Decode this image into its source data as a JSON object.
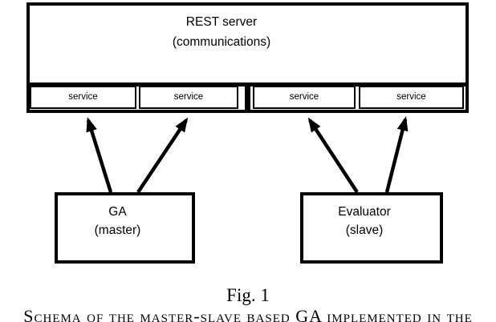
{
  "colors": {
    "ink": "#000000",
    "background": "#ffffff"
  },
  "rest_server": {
    "title": "REST server",
    "subtitle": "(communications)"
  },
  "services": [
    {
      "label": "service"
    },
    {
      "label": "service"
    },
    {
      "label": "service"
    },
    {
      "label": "service"
    }
  ],
  "ga": {
    "title": "GA",
    "subtitle": "(master)"
  },
  "evaluator": {
    "title": "Evaluator",
    "subtitle": "(slave)"
  },
  "connections": [
    {
      "from": "GA (master)",
      "to": "service 1"
    },
    {
      "from": "GA (master)",
      "to": "service 2"
    },
    {
      "from": "Evaluator (slave)",
      "to": "service 3"
    },
    {
      "from": "Evaluator (slave)",
      "to": "service 4"
    }
  ],
  "caption": {
    "figure_label": "Fig. 1",
    "caption_text": "Schema of the master-slave based GA implemented in the"
  }
}
